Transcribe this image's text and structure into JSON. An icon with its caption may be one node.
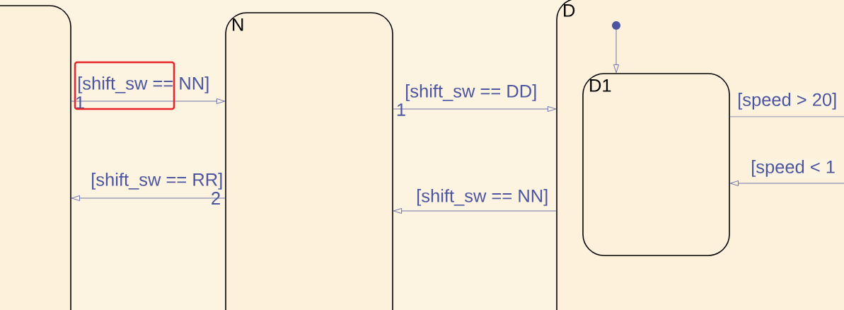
{
  "diagram": {
    "nodes": [
      {
        "text": [],
        "shape": "box"
      },
      {
        "text": [
          "N"
        ]
      },
      {
        "text": [
          "D"
        ]
      },
      {
        "text": [
          "D1"
        ],
        "in": 2
      },
      {
        "text": [],
        "shape": "circle",
        "in": 2
      }
    ],
    "edges": [
      {
        "from": 0,
        "to": 1,
        "arrow": "to",
        "label": "[shift_sw == NN]"
      },
      {
        "from": 1,
        "to": 0,
        "arrow": "to",
        "label": "[shift_sw == RR]"
      },
      {
        "from": 1,
        "to": 2,
        "arrow": "to",
        "label": "[shift_sw == DD]"
      },
      {
        "from": 2,
        "to": 1,
        "arrow": "to",
        "label": "[shift_sw == NN]"
      },
      {
        "from": 4,
        "to": 3,
        "arrow": "to"
      },
      {
        "from": 3,
        "to": null,
        "arrow": "none",
        "label": "[speed > 20]"
      },
      {
        "from": null,
        "to": 3,
        "arrow": "to",
        "label": "[speed < 1"
      }
    ],
    "labels": [
      "1",
      "2",
      "1"
    ]
  }
}
